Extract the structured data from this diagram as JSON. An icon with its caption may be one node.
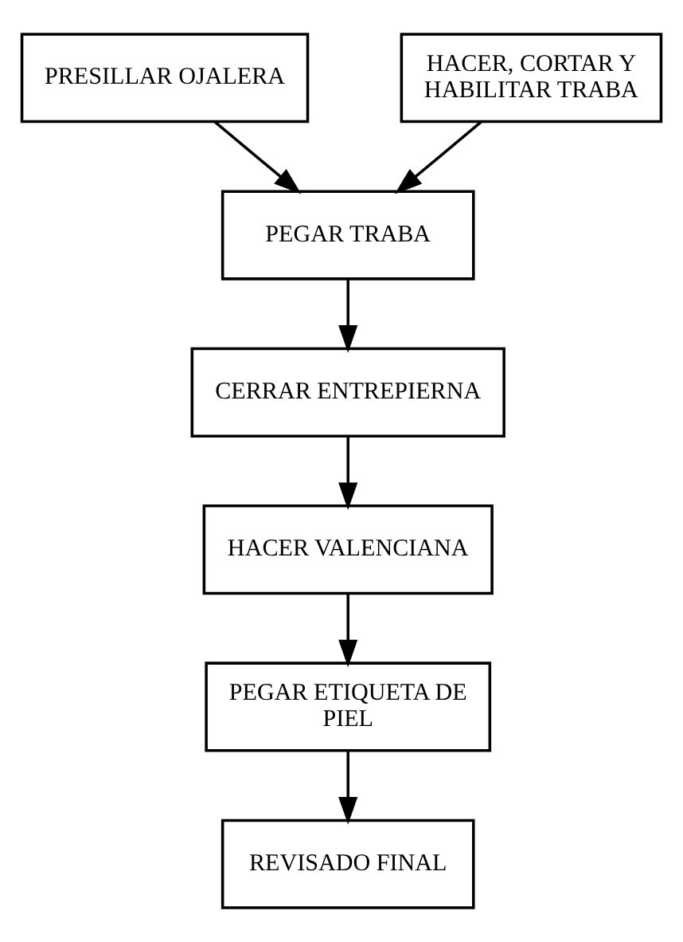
{
  "diagram": {
    "nodes": [
      {
        "text": [
          "PRESILLAR OJALERA"
        ]
      },
      {
        "text": [
          "HACER, CORTAR Y HABILITAR TRABA"
        ]
      },
      {
        "text": [
          "PEGAR TRABA"
        ]
      },
      {
        "text": [
          "CERRAR ENTREPIERNA"
        ]
      },
      {
        "text": [
          "HACER VALENCIANA"
        ]
      },
      {
        "text": [
          "PEGAR ETIQUETA DE PIEL"
        ]
      },
      {
        "text": [
          "REVISADO FINAL"
        ]
      }
    ],
    "edges": [
      {
        "from": 0,
        "to": 2,
        "arrow": "to"
      },
      {
        "from": 1,
        "to": 2,
        "arrow": "to"
      },
      {
        "from": 2,
        "to": 3,
        "arrow": "to"
      },
      {
        "from": 3,
        "to": 4,
        "arrow": "to"
      },
      {
        "from": 4,
        "to": 5,
        "arrow": "to"
      },
      {
        "from": 5,
        "to": 6,
        "arrow": "to"
      }
    ]
  }
}
